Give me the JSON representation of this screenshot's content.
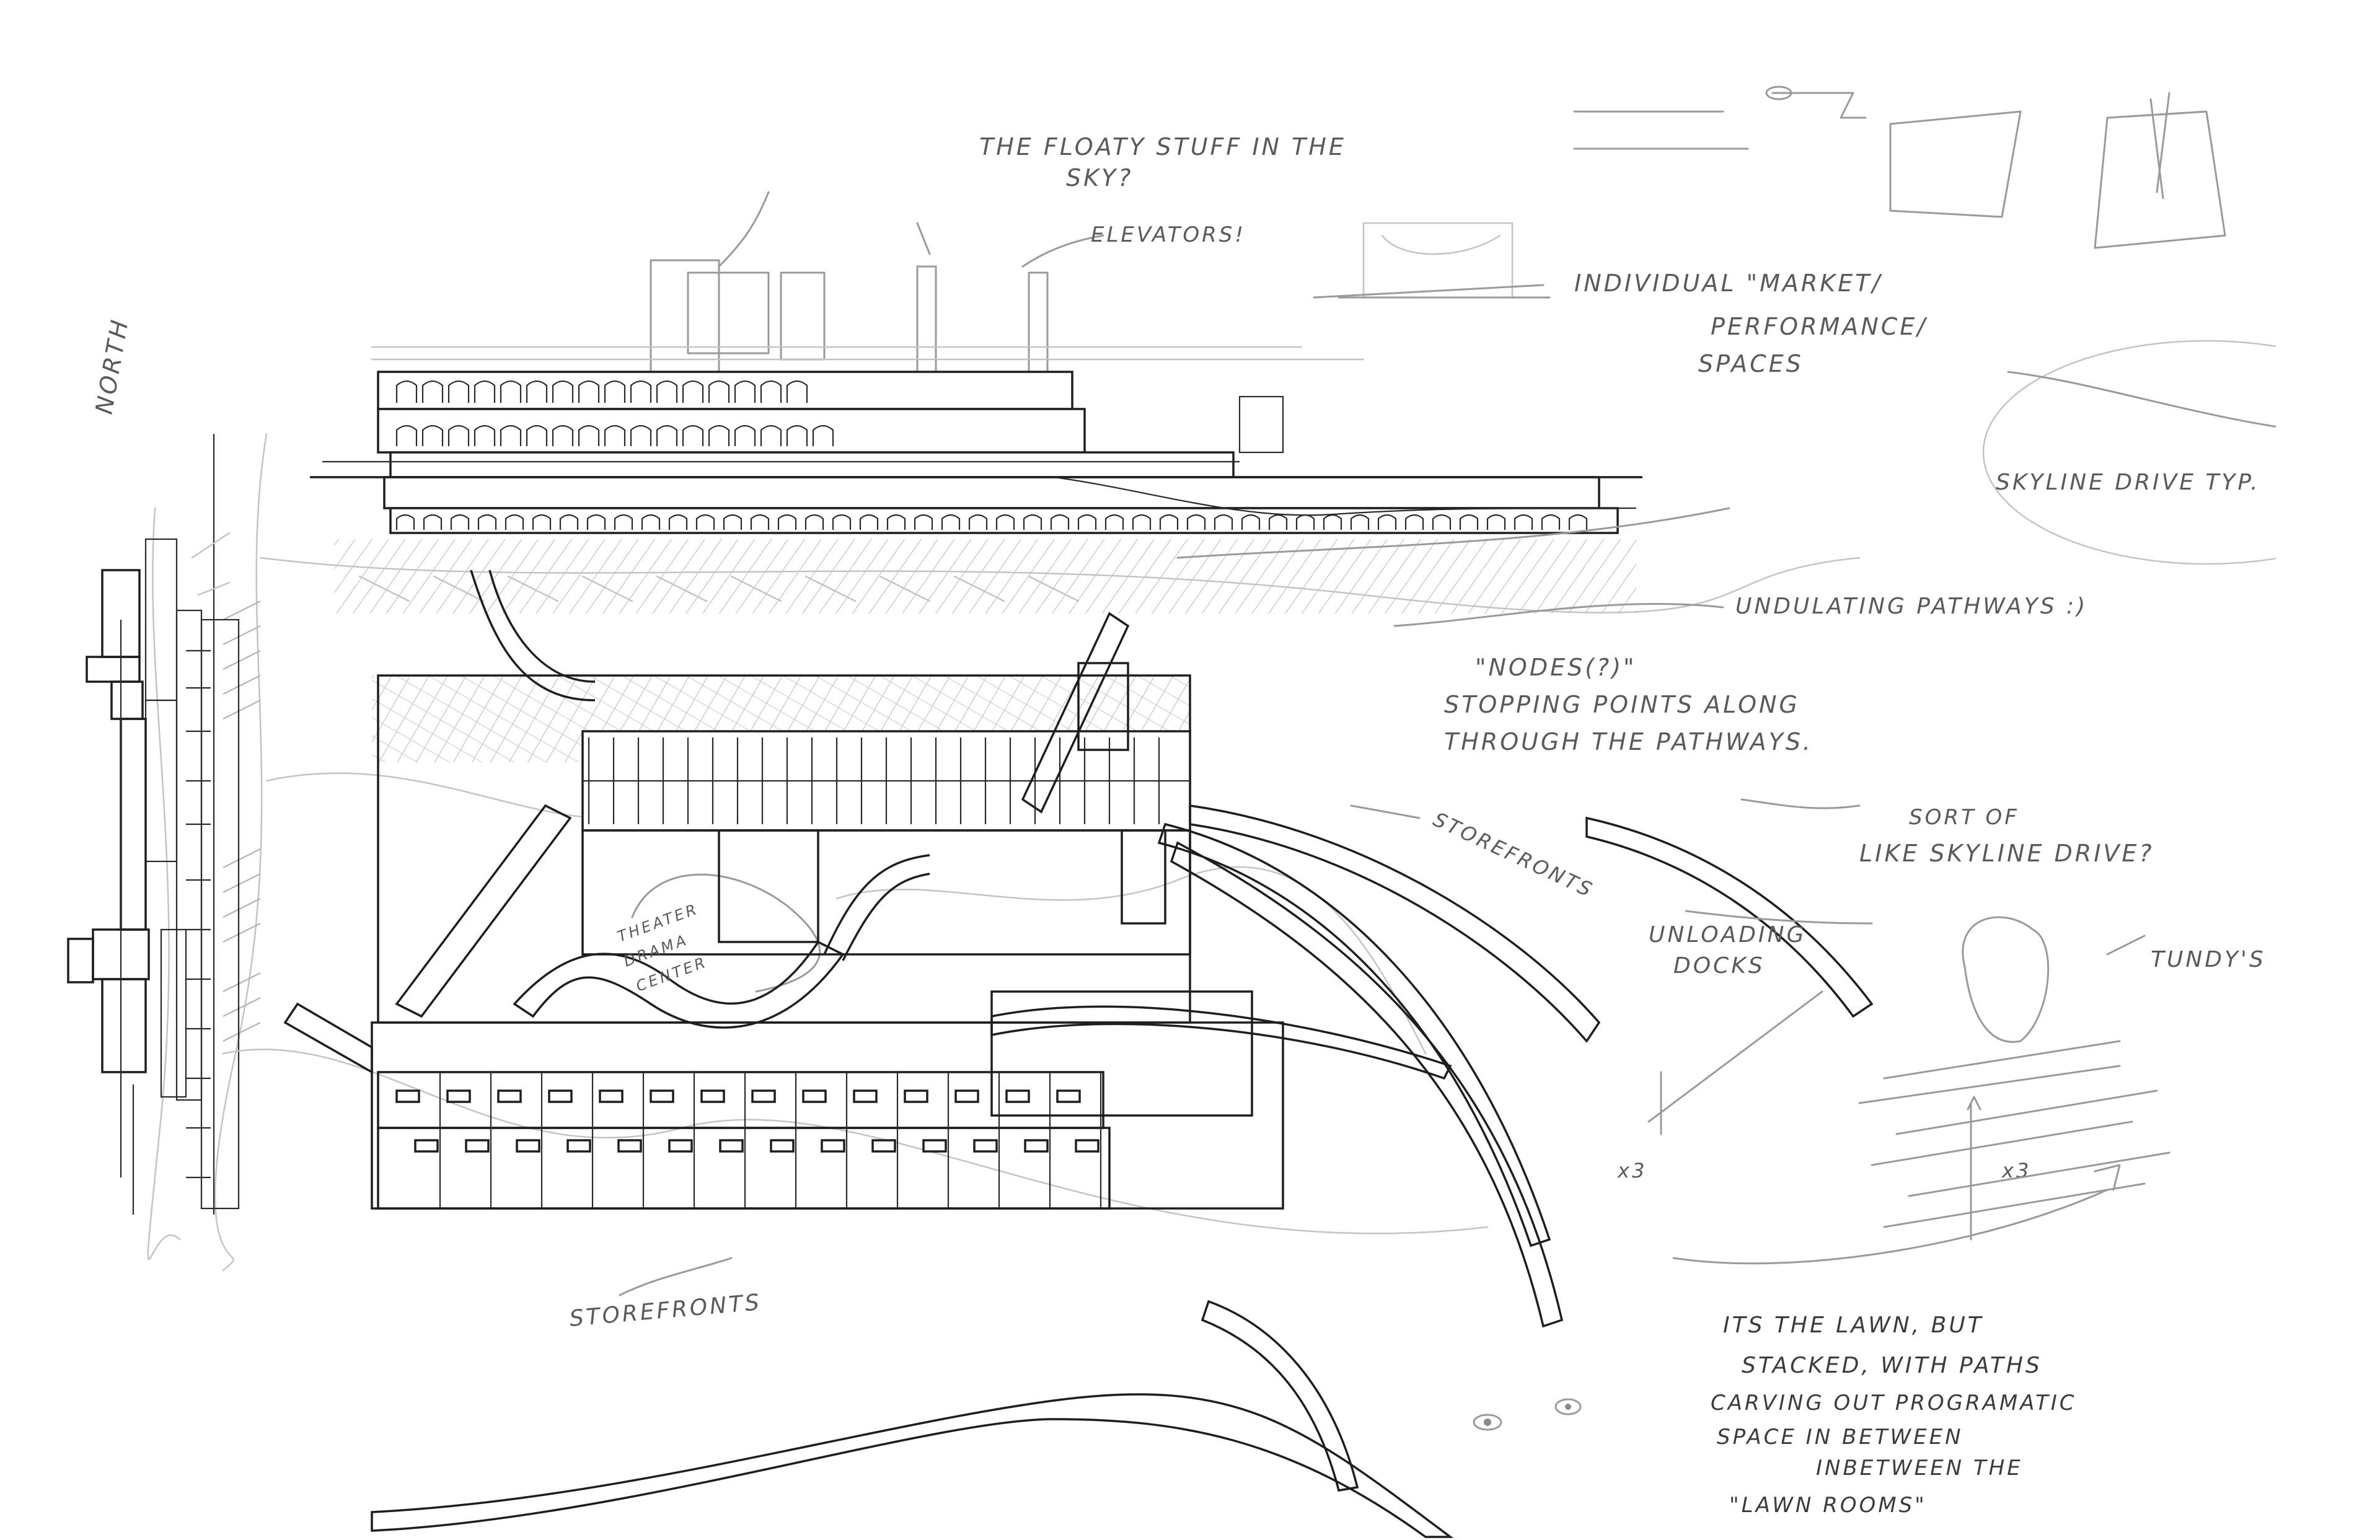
{
  "annotations": {
    "floaty": "THE FLOATY STUFF IN THE",
    "floaty2": "SKY?",
    "elevators": "ELEVATORS!",
    "individual": "INDIVIDUAL \"MARKET/",
    "performance": "PERFORMANCE/",
    "spaces": "SPACES",
    "skyline_typ": "SKYLINE DRIVE TYP.",
    "undulating": "UNDULATING PATHWAYS :)",
    "nodes": "\"NODES(?)\"",
    "stopping": "STOPPING POINTS ALONG",
    "through": "THROUGH THE PATHWAYS.",
    "sort_of": "SORT OF",
    "like_skyline": "LIKE SKYLINE DRIVE?",
    "storefronts_1": "STOREFRONTS",
    "unloading": "UNLOADING",
    "docks": "DOCKS",
    "tundy": "TUNDY'S",
    "theater": "THEATER",
    "drama": "DRAMA",
    "center": "CENTER",
    "storefronts_2": "STOREFRONTS",
    "x3_left": "x3",
    "x3_right": "x3",
    "lawn_1": "ITS THE LAWN, BUT",
    "lawn_2": "STACKED, WITH PATHS",
    "lawn_3": "CARVING OUT PROGRAMATIC",
    "lawn_4": "SPACE IN BETWEEN",
    "lawn_5": "INBETWEEN THE",
    "lawn_6": "\"LAWN ROOMS\"",
    "margin": "NORTH"
  },
  "colors": {
    "paper": "#ffffff",
    "ink": "#1e1e1e",
    "graphite": "#9a9a9a",
    "graphite_light": "#c4c4c4"
  }
}
